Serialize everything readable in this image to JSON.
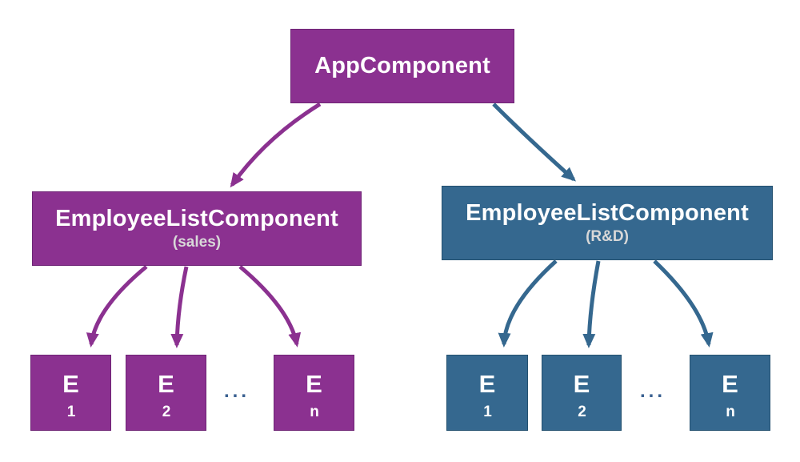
{
  "colors": {
    "purple": "#8B3190",
    "purple_border": "#6E2475",
    "blue": "#35688F",
    "blue_border": "#23506F",
    "node_text": "#FFFFFF",
    "subtitle_text": "#D8D8D8",
    "ellipsis_dots": "#3A6191",
    "background": "#FFFFFF"
  },
  "tree": {
    "root": {
      "label": "AppComponent"
    },
    "branches": [
      {
        "label": "EmployeeListComponent",
        "subtitle": "(sales)",
        "color": "#8B3190",
        "ellipsis": "...",
        "children": [
          {
            "base": "E",
            "sub": "1"
          },
          {
            "base": "E",
            "sub": "2"
          },
          {
            "base": "E",
            "sub": "n"
          }
        ]
      },
      {
        "label": "EmployeeListComponent",
        "subtitle": "(R&D)",
        "color": "#35688F",
        "ellipsis": "...",
        "children": [
          {
            "base": "E",
            "sub": "1"
          },
          {
            "base": "E",
            "sub": "2"
          },
          {
            "base": "E",
            "sub": "n"
          }
        ]
      }
    ]
  }
}
